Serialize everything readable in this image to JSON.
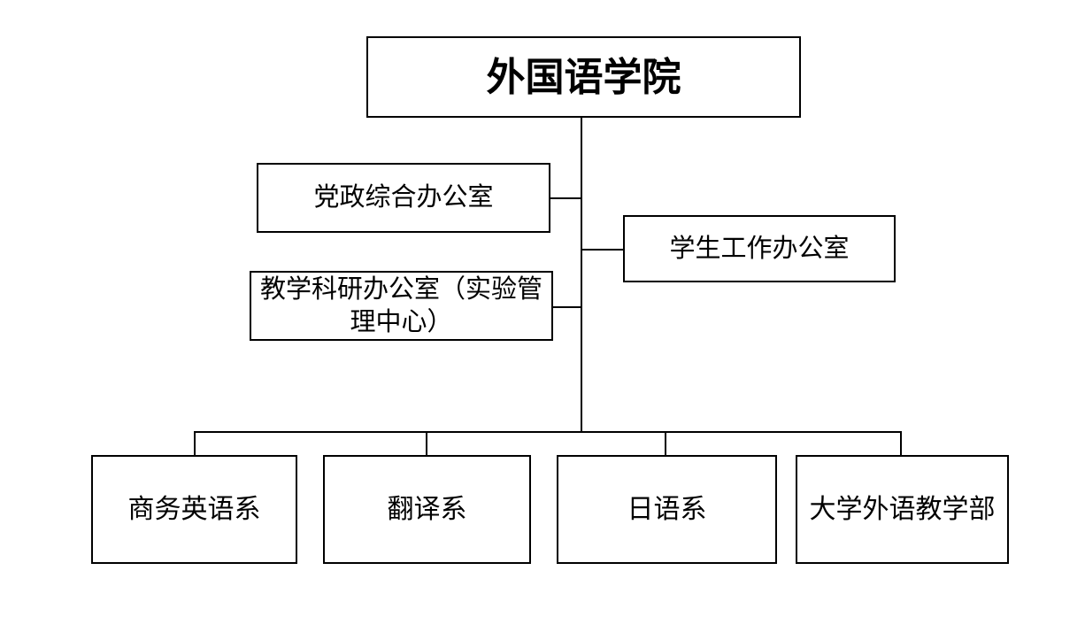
{
  "diagram": {
    "type": "org-chart",
    "title": "外国语学院",
    "colors": {
      "line": "#000000",
      "box_border": "#000000",
      "box_background": "#ffffff",
      "text": "#000000",
      "page_background": "#ffffff"
    },
    "root": {
      "label": "外国语学院"
    },
    "offices": [
      {
        "label": "党政综合办公室"
      },
      {
        "label": "学生工作办公室"
      },
      {
        "label": "教学科研办公室（实验管\n理中心）"
      }
    ],
    "departments": [
      {
        "label": "商务英语系"
      },
      {
        "label": "翻译系"
      },
      {
        "label": "日语系"
      },
      {
        "label": "大学外语教学部"
      }
    ]
  }
}
